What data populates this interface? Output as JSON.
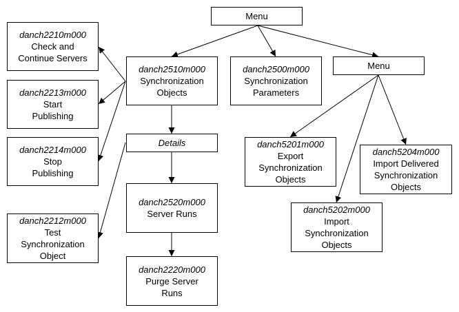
{
  "nodes": {
    "menu_top": {
      "lines": [
        "Menu"
      ]
    },
    "menu_right": {
      "lines": [
        "Menu"
      ]
    },
    "sync_objects": {
      "code": "danch2510m000",
      "lines": [
        "Synchronization",
        "Objects"
      ]
    },
    "sync_params": {
      "code": "danch2500m000",
      "lines": [
        "Synchronization",
        "Parameters"
      ]
    },
    "check_servers": {
      "code": "danch2210m000",
      "lines": [
        "Check and",
        "Continue Servers"
      ]
    },
    "start_publishing": {
      "code": "danch2213m000",
      "lines": [
        "Start",
        "Publishing"
      ]
    },
    "stop_publishing": {
      "code": "danch2214m000",
      "lines": [
        "Stop",
        "Publishing"
      ]
    },
    "test_sync": {
      "code": "danch2212m000",
      "lines": [
        "Test",
        "Synchronization",
        "Object"
      ]
    },
    "details": {
      "lines": [
        "Details"
      ]
    },
    "server_runs": {
      "code": "danch2520m000",
      "lines": [
        "Server Runs"
      ]
    },
    "purge_runs": {
      "code": "danch2220m000",
      "lines": [
        "Purge Server",
        "Runs"
      ]
    },
    "export_sync": {
      "code": "danch5201m000",
      "lines": [
        "Export",
        "Synchronization",
        "Objects"
      ]
    },
    "import_sync": {
      "code": "danch5202m000",
      "lines": [
        "Import",
        "Synchronization",
        "Objects"
      ]
    },
    "import_delivered": {
      "code": "danch5204m000",
      "lines": [
        "Import Delivered",
        "Synchronization",
        "Objects"
      ]
    }
  },
  "edges": [
    {
      "from": "menu_top",
      "to": "sync_objects"
    },
    {
      "from": "menu_top",
      "to": "sync_params"
    },
    {
      "from": "menu_top",
      "to": "menu_right"
    },
    {
      "from": "sync_objects",
      "to": "check_servers"
    },
    {
      "from": "sync_objects",
      "to": "start_publishing"
    },
    {
      "from": "sync_objects",
      "to": "stop_publishing"
    },
    {
      "from": "sync_objects",
      "to": "details"
    },
    {
      "from": "details",
      "to": "test_sync"
    },
    {
      "from": "details",
      "to": "server_runs"
    },
    {
      "from": "server_runs",
      "to": "purge_runs"
    },
    {
      "from": "menu_right",
      "to": "export_sync"
    },
    {
      "from": "menu_right",
      "to": "import_sync"
    },
    {
      "from": "menu_right",
      "to": "import_delivered"
    }
  ]
}
